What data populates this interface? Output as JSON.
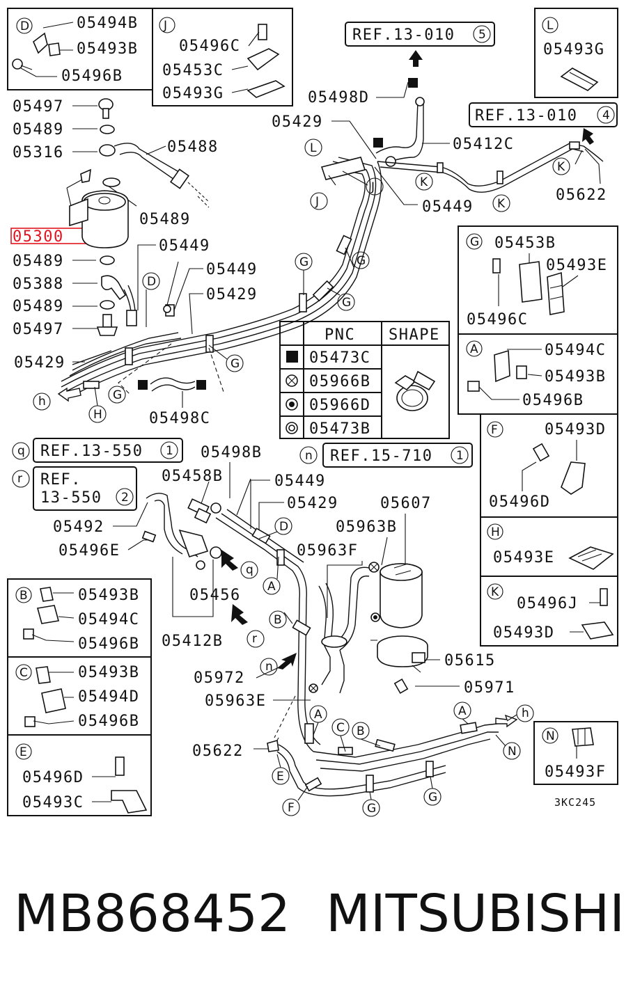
{
  "diagram_code": "3KC245",
  "part_number": "MB868452",
  "brand": "MITSUBISHI",
  "highlighted_label": "05300",
  "refs": [
    "REF.13-010",
    "REF.13-010",
    "REF.13-550",
    "REF.",
    "13-550",
    "REF.15-710"
  ],
  "ref_circles": [
    "5",
    "4",
    "1",
    "2",
    "1"
  ],
  "ref_tags": [
    "q",
    "r",
    "n",
    "h"
  ],
  "legend": {
    "col_pnc": "PNC",
    "col_shape": "SHAPE",
    "rows": [
      {
        "symbol": "filled-square",
        "pnc": "05473C"
      },
      {
        "symbol": "circle-x",
        "pnc": "05966B"
      },
      {
        "symbol": "circle-dot",
        "pnc": "05966D"
      },
      {
        "symbol": "double-circle",
        "pnc": "05473B"
      }
    ]
  },
  "detail_boxes": {
    "D": [
      "05494B",
      "05493B",
      "05496B"
    ],
    "J": [
      "05496C",
      "05453C",
      "05493G"
    ],
    "L": [
      "05493G"
    ],
    "G": [
      "05453B",
      "05493E",
      "05496C"
    ],
    "A": [
      "05494C",
      "05493B",
      "05496B"
    ],
    "F": [
      "05493D",
      "05496D"
    ],
    "H": [
      "05493E"
    ],
    "K": [
      "05496J",
      "05493D"
    ],
    "B": [
      "05493B",
      "05494C",
      "05496B"
    ],
    "C": [
      "05493B",
      "05494D",
      "05496B"
    ],
    "E": [
      "05496D",
      "05493C"
    ],
    "N": [
      "05493F"
    ]
  },
  "main_labels": [
    "05497",
    "05489",
    "05316",
    "05488",
    "05489",
    "05300",
    "05489",
    "05388",
    "05489",
    "05497",
    "05449",
    "05449",
    "05429",
    "05429",
    "05498C",
    "05498D",
    "05429",
    "05412C",
    "05449",
    "05622",
    "05498B",
    "05458B",
    "05449",
    "05429",
    "05492",
    "05496E",
    "05456",
    "05412B",
    "05607",
    "05963B",
    "05963F",
    "05972",
    "05963E",
    "05615",
    "05971",
    "05622"
  ],
  "marker_letters": [
    "L",
    "J",
    "J",
    "K",
    "K",
    "K",
    "G",
    "G",
    "G",
    "G",
    "D",
    "G",
    "H",
    "D",
    "A",
    "B",
    "A",
    "C",
    "B",
    "A",
    "N",
    "E",
    "F",
    "G",
    "G"
  ],
  "colors": {
    "line": "#111111",
    "highlight": "#e0141e",
    "background": "#ffffff"
  }
}
